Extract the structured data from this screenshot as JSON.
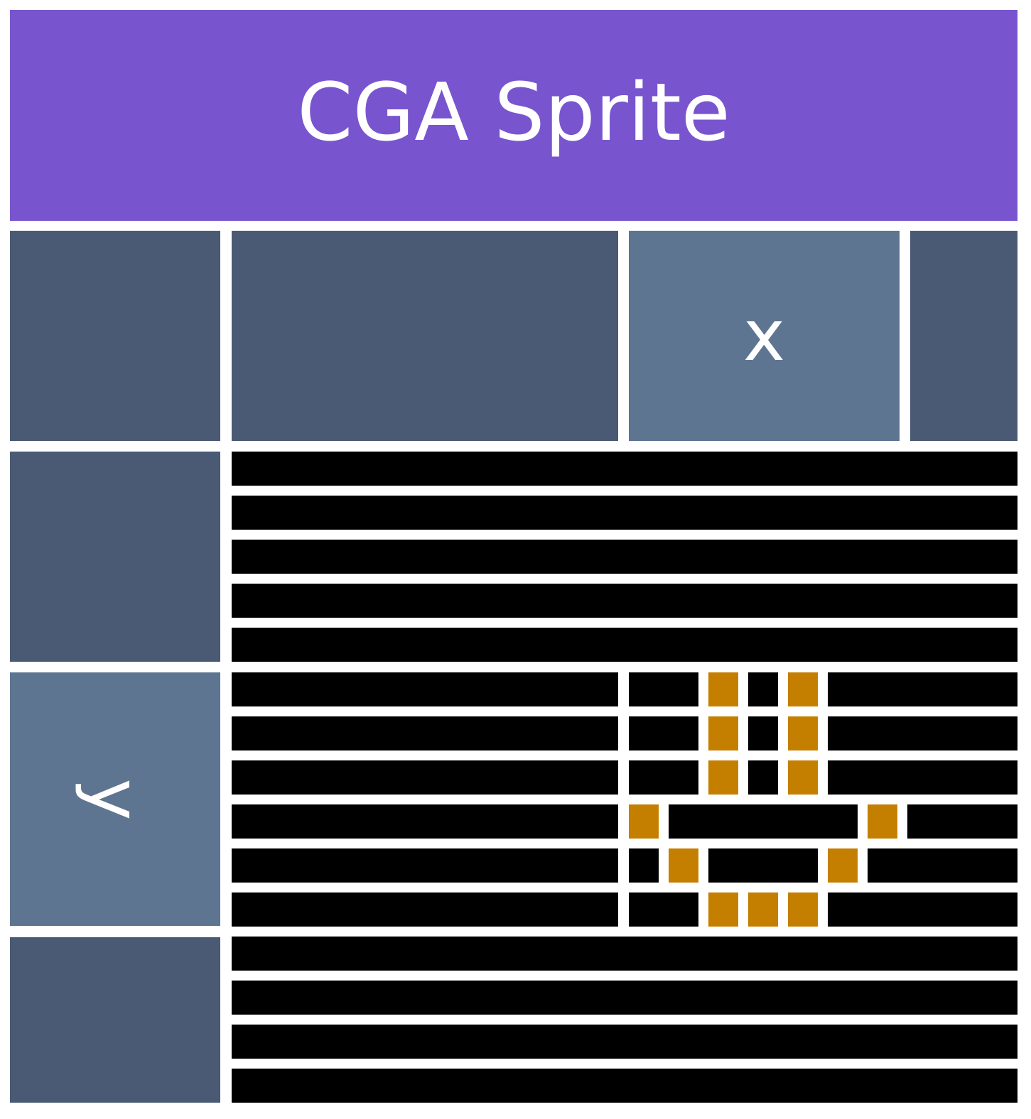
{
  "title": "CGA Sprite",
  "labels": {
    "x": "x",
    "y": "y"
  },
  "colors": {
    "title_bg": "#7855cf",
    "header_cell": "#4a5a74",
    "highlight_cell": "#5e7592",
    "scanline": "#000000",
    "sprite_pixel": "#c57f00"
  },
  "sprite": {
    "width": 8,
    "height": 6,
    "rows": [
      "00101000",
      "00101000",
      "00101000",
      "10000010",
      "01000100",
      "00111000"
    ]
  }
}
